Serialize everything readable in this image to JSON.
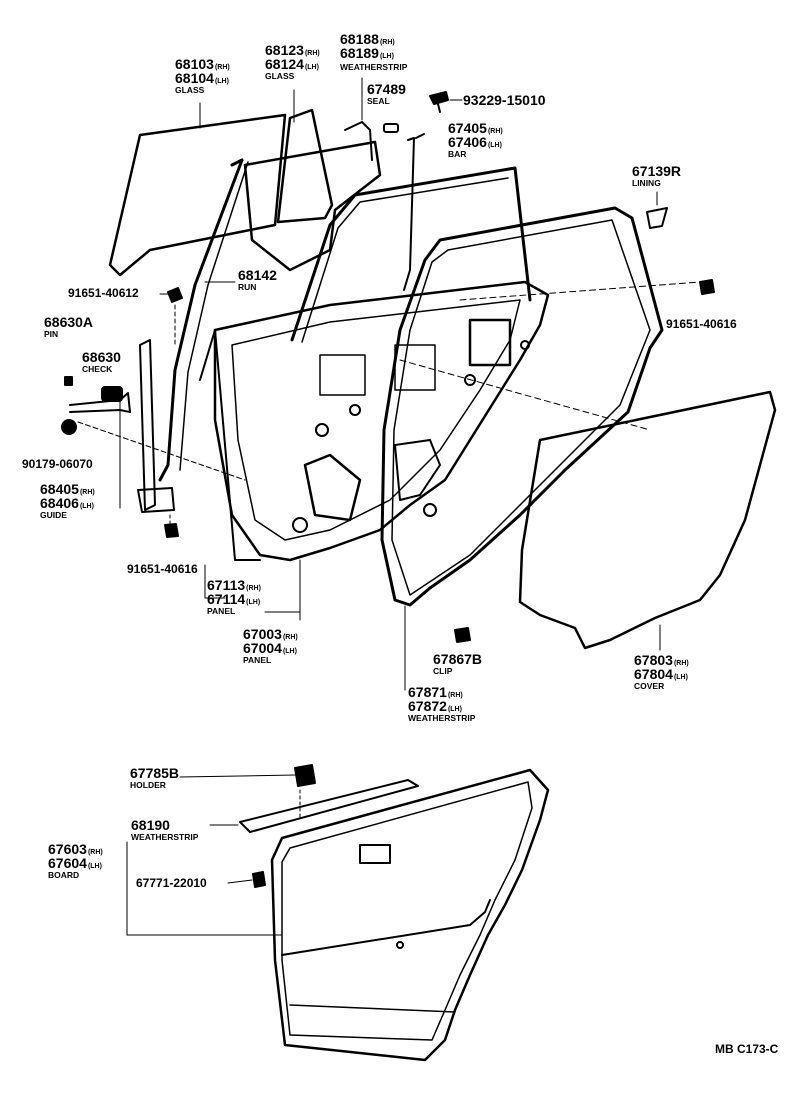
{
  "diagram_code": "MB  C173-C",
  "labels": {
    "glass_front": {
      "n1": "68103",
      "s1": "(RH)",
      "n2": "68104",
      "s2": "(LH)",
      "name": "GLASS"
    },
    "glass_rear": {
      "n1": "68123",
      "s1": "(RH)",
      "n2": "68124",
      "s2": "(LH)",
      "name": "GLASS"
    },
    "weatherstrip_top": {
      "n1": "68188",
      "s1": "(RH)",
      "n2": "68189",
      "s2": "(LH)",
      "name": "WEATHERSTRIP"
    },
    "seal": {
      "n1": "67489",
      "name": "SEAL"
    },
    "screw_top": {
      "n1": "93229-15010"
    },
    "bar": {
      "n1": "67405",
      "s1": "(RH)",
      "n2": "67406",
      "s2": "(LH)",
      "name": "BAR"
    },
    "lining": {
      "n1": "67139R",
      "name": "LINING"
    },
    "run": {
      "n1": "68142",
      "name": "RUN"
    },
    "bolt_left": {
      "n1": "91651-40612"
    },
    "pin": {
      "n1": "68630A",
      "name": "PIN"
    },
    "check": {
      "n1": "68630",
      "name": "CHECK"
    },
    "washer": {
      "n1": "90179-06070"
    },
    "guide": {
      "n1": "68405",
      "s1": "(RH)",
      "n2": "68406",
      "s2": "(LH)",
      "name": "GUIDE"
    },
    "bolt_bottom": {
      "n1": "91651-40616"
    },
    "bolt_right": {
      "n1": "91651-40616"
    },
    "panel_inner": {
      "n1": "67113",
      "s1": "(RH)",
      "n2": "67114",
      "s2": "(LH)",
      "name": "PANEL"
    },
    "panel_outer": {
      "n1": "67003",
      "s1": "(RH)",
      "n2": "67004",
      "s2": "(LH)",
      "name": "PANEL"
    },
    "clip": {
      "n1": "67867B",
      "name": "CLIP"
    },
    "weatherstrip_door": {
      "n1": "67871",
      "s1": "(RH)",
      "n2": "67872",
      "s2": "(LH)",
      "name": "WEATHERSTRIP"
    },
    "cover": {
      "n1": "67803",
      "s1": "(RH)",
      "n2": "67804",
      "s2": "(LH)",
      "name": "COVER"
    },
    "holder": {
      "n1": "67785B",
      "name": "HOLDER"
    },
    "weatherstrip_belt": {
      "n1": "68190",
      "name": "WEATHERSTRIP"
    },
    "board": {
      "n1": "67603",
      "s1": "(RH)",
      "n2": "67604",
      "s2": "(LH)",
      "name": "BOARD"
    },
    "clip_board": {
      "n1": "67771-22010"
    }
  }
}
